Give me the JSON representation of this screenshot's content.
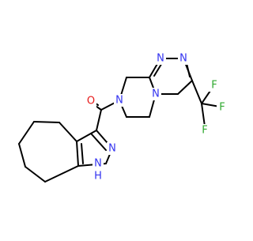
{
  "colors": {
    "bond": "#000000",
    "nitrogen": "#3232f0",
    "oxygen": "#e61919",
    "fluorine": "#2ea82e",
    "background": "#ffffff"
  },
  "molecule": {
    "atoms": {
      "oxygen": "O",
      "n_triazole_top_left": "N",
      "n_triazole_top_right": "N",
      "n_bridge": "N",
      "n_amide": "N",
      "n_pyrazole": "N",
      "nh_pyrazole": "N",
      "nh_hydrogen": "H",
      "f_top": "F",
      "f_right": "F",
      "f_bottom": "F"
    }
  }
}
